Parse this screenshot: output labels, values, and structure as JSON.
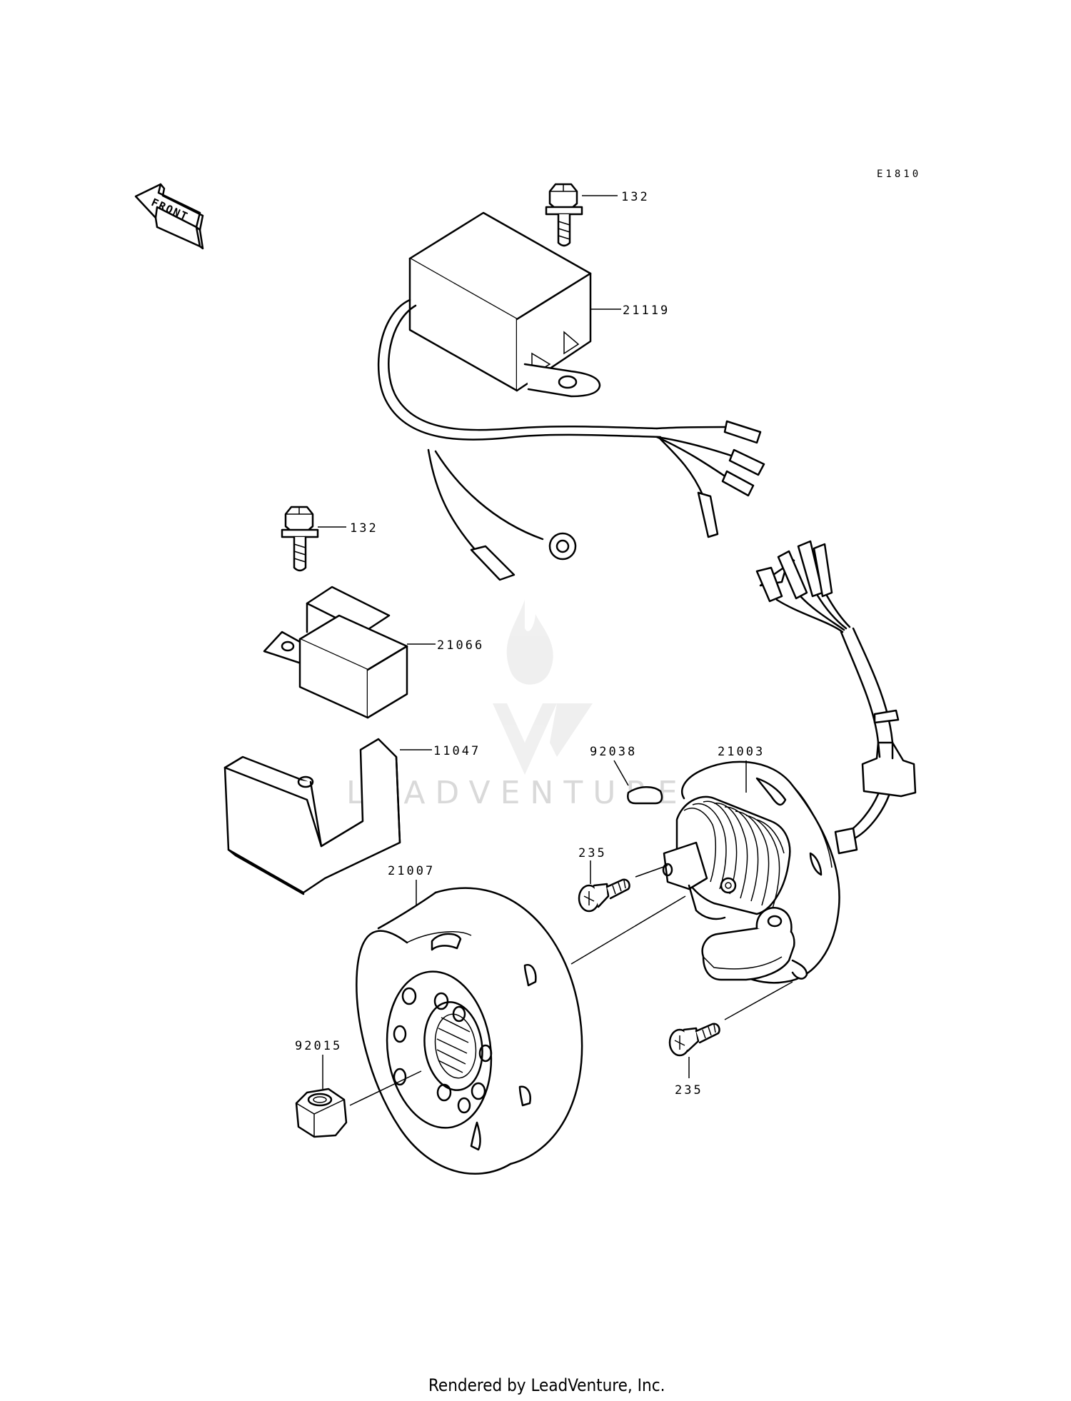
{
  "diagram_code": "E1810",
  "front_label": "FRONT",
  "watermark": "LEADVENTURE",
  "footer": "Rendered by LeadVenture, Inc.",
  "callouts": [
    {
      "id": "bolt-top",
      "text": "132"
    },
    {
      "id": "cdi-unit",
      "text": "21119"
    },
    {
      "id": "bolt-mid",
      "text": "132"
    },
    {
      "id": "regulator",
      "text": "21066"
    },
    {
      "id": "bracket",
      "text": "11047"
    },
    {
      "id": "key",
      "text": "92038"
    },
    {
      "id": "stator",
      "text": "21003"
    },
    {
      "id": "screw-upper",
      "text": "235"
    },
    {
      "id": "rotor",
      "text": "21007"
    },
    {
      "id": "nut",
      "text": "92015"
    },
    {
      "id": "screw-lower",
      "text": "235"
    }
  ]
}
